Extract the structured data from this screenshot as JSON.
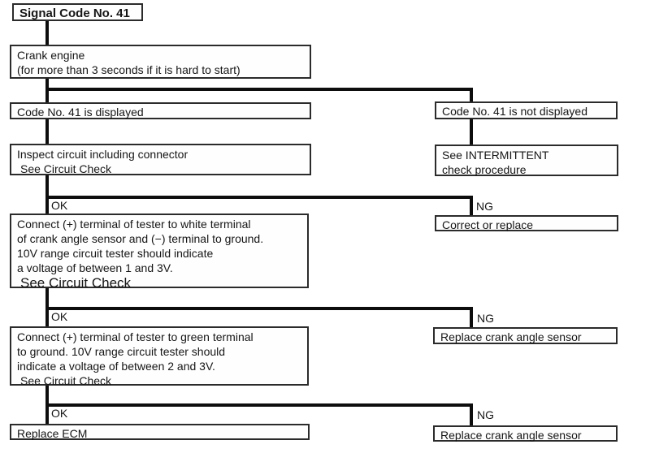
{
  "labels": {
    "ok": "OK",
    "ng": "NG"
  },
  "colors": {
    "connector_line": "#0d0d0d",
    "box_border": "#2b2b2b",
    "text": "#161616",
    "background": "#ffffff"
  },
  "boxes": {
    "title": {
      "text": "Signal Code No. 41"
    },
    "crank": {
      "line1": "Crank engine",
      "line2": "(for more than 3 seconds if it is hard to start)"
    },
    "displayed": {
      "text": "Code No. 41 is displayed"
    },
    "not_displayed": {
      "text": "Code No. 41 is not displayed"
    },
    "inspect": {
      "line1": "Inspect circuit including connector",
      "line2": "See Circuit Check"
    },
    "intermittent": {
      "line1": "See INTERMITTENT",
      "line2": "check procedure"
    },
    "test_white": {
      "line1": "Connect (+) terminal of tester to white terminal",
      "line2": "of crank angle sensor and (−) terminal to ground.",
      "line3": "10V range circuit tester should indicate",
      "line4": "a voltage of between 1 and 3V.",
      "line5": "See Circuit Check"
    },
    "correct_replace": {
      "text": "Correct or replace"
    },
    "test_green": {
      "line1": "Connect (+) terminal of tester to green terminal",
      "line2": "to ground. 10V range circuit tester should",
      "line3": "indicate a voltage of between 2 and 3V.",
      "line4": "See Circuit Check"
    },
    "replace_sensor_1": {
      "text": "Replace crank angle sensor"
    },
    "replace_ecm": {
      "text": "Replace ECM"
    },
    "replace_sensor_2": {
      "text": "Replace crank angle sensor"
    }
  }
}
